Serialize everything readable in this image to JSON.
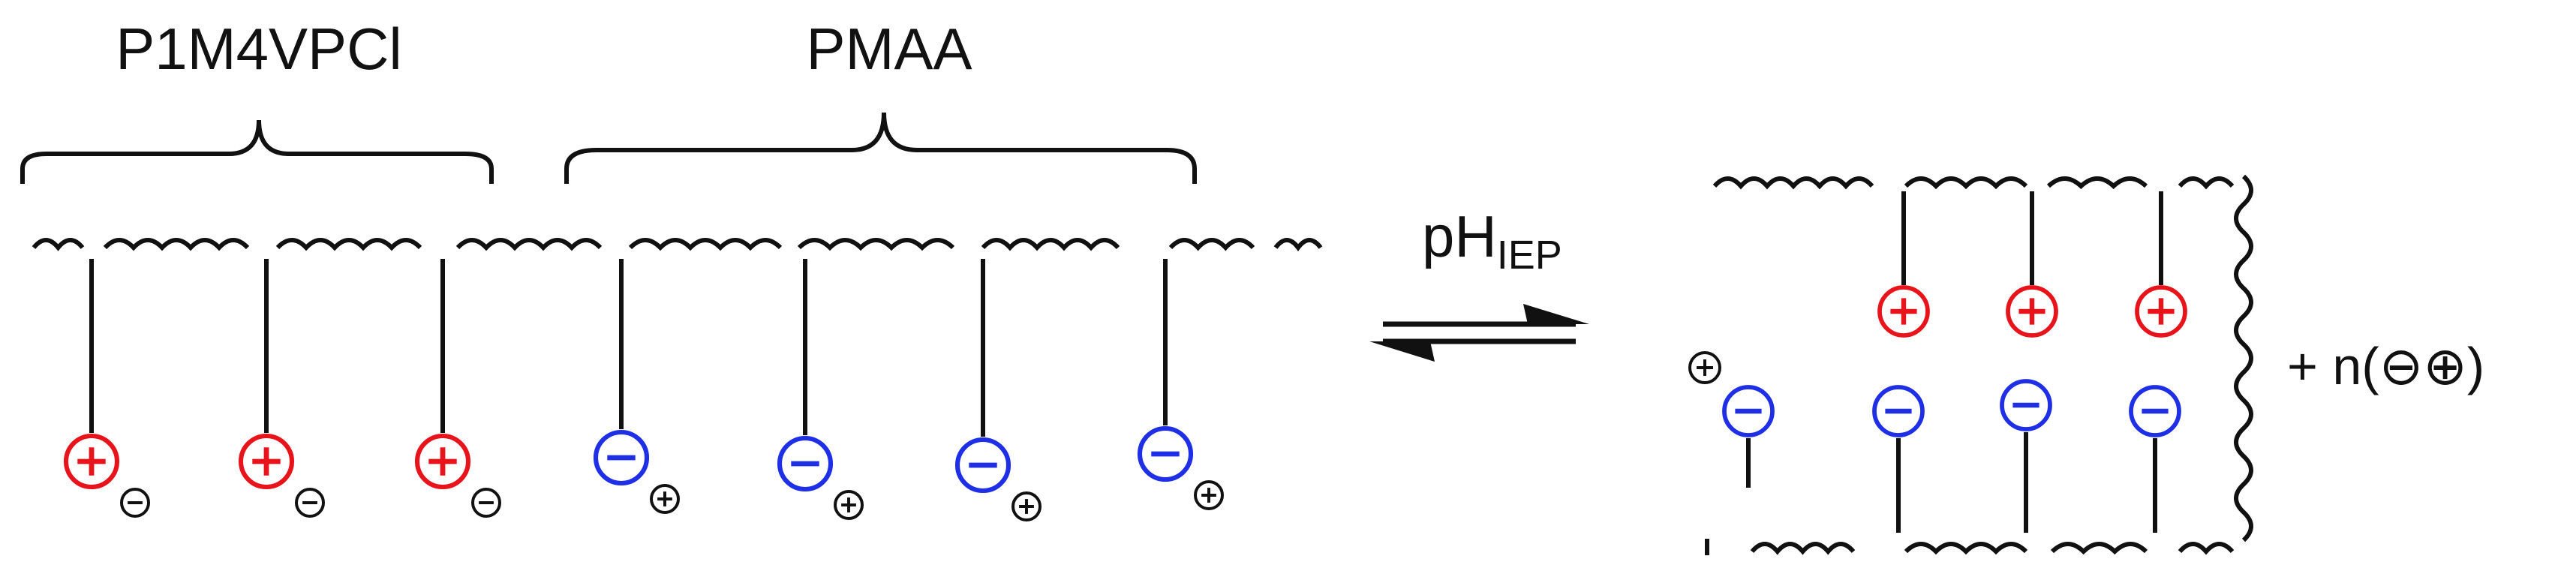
{
  "labels": {
    "block1": "P1M4VPCl",
    "block2": "PMAA",
    "condition": "pH",
    "condition_subscript": "IEP",
    "product": "+ n(⊖⊕)"
  },
  "colors": {
    "cation": "#e8141c",
    "anion": "#1e2fe6",
    "ink": "#111111"
  },
  "icons": {
    "cation": "circled-plus-icon",
    "anion": "circled-minus-icon",
    "counter_cation": "small-circled-plus-icon",
    "counter_anion": "small-circled-minus-icon",
    "equilibrium": "equilibrium-arrows-icon",
    "backbone": "wavy-polymer-chain"
  }
}
